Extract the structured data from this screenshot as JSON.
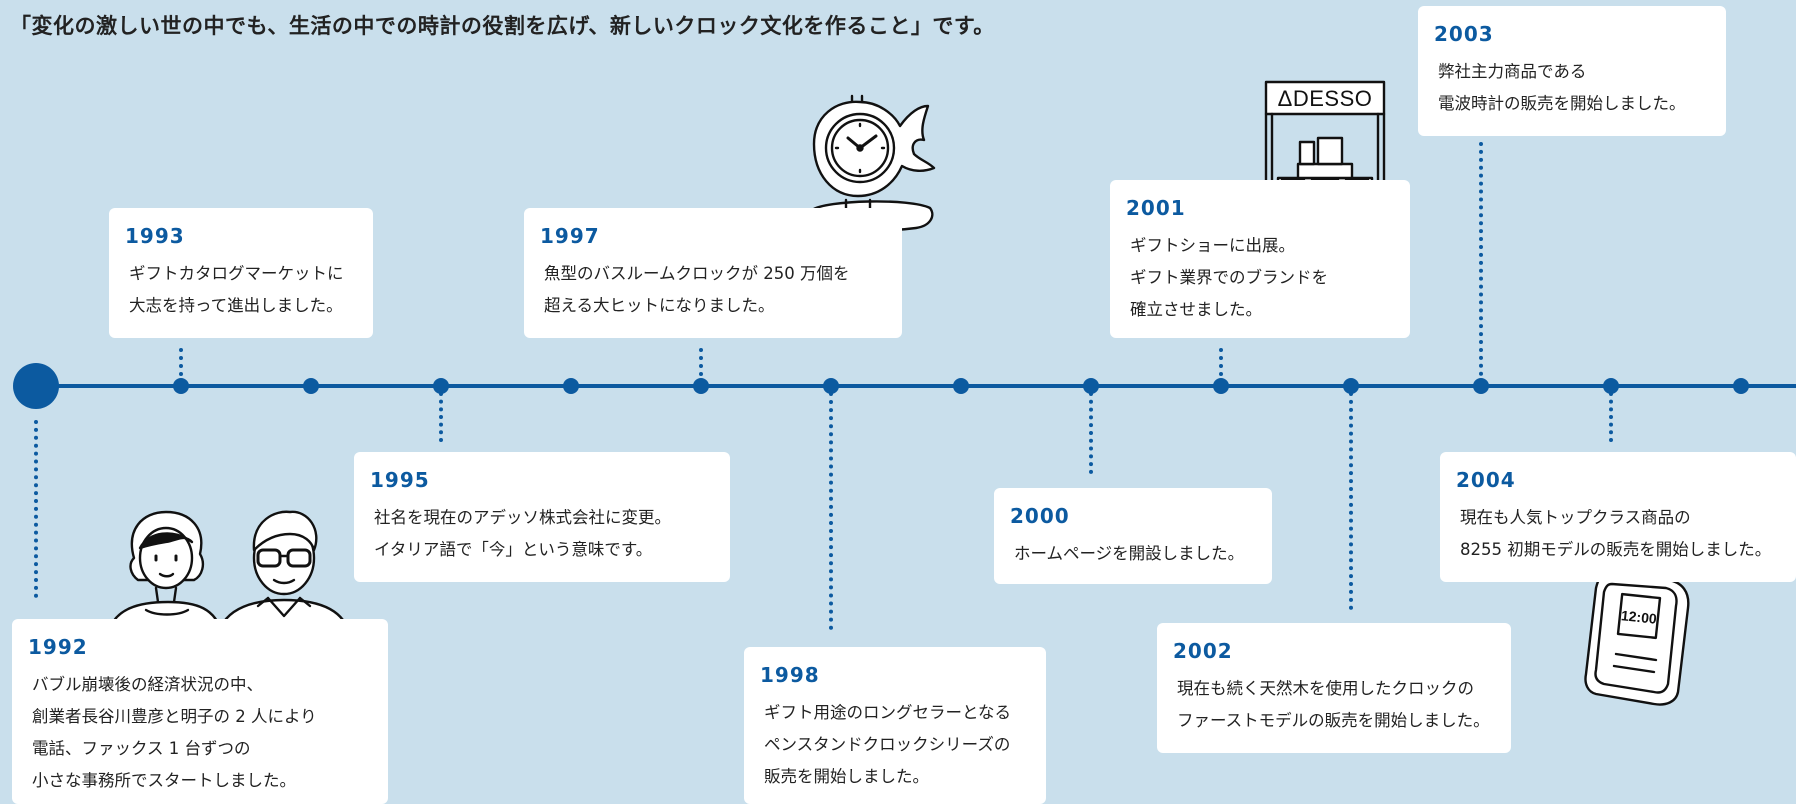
{
  "headline": "「変化の激しい世の中でも、生活の中での時計の役割を広げ、新しいクロック文化を作ること」です。",
  "colors": {
    "accent": "#0c5aa0",
    "background": "#c9dfec",
    "card": "#ffffff"
  },
  "events": [
    {
      "id": "1992",
      "year": "1992",
      "lines": [
        "バブル崩壊後の経済状況の中、",
        "創業者長谷川豊彦と明子の 2 人により",
        "電話、ファックス 1 台ずつの",
        "小さな事務所でスタートしました。"
      ]
    },
    {
      "id": "1993",
      "year": "1993",
      "lines": [
        "ギフトカタログマーケットに",
        "大志を持って進出しました。"
      ]
    },
    {
      "id": "1995",
      "year": "1995",
      "lines": [
        "社名を現在のアデッソ株式会社に変更。",
        "イタリア語で「今」という意味です。"
      ]
    },
    {
      "id": "1997",
      "year": "1997",
      "lines": [
        "魚型のバスルームクロックが 250 万個を",
        "超える大ヒットになりました。"
      ]
    },
    {
      "id": "1998",
      "year": "1998",
      "lines": [
        "ギフト用途のロングセラーとなる",
        "ペンスタンドクロックシリーズの",
        "販売を開始しました。"
      ]
    },
    {
      "id": "2000",
      "year": "2000",
      "lines": [
        "ホームページを開設しました。"
      ]
    },
    {
      "id": "2001",
      "year": "2001",
      "lines": [
        "ギフトショーに出展。",
        "ギフト業界でのブランドを",
        "確立させました。"
      ]
    },
    {
      "id": "2002",
      "year": "2002",
      "lines": [
        "現在も続く天然木を使用したクロックの",
        "ファーストモデルの販売を開始しました。"
      ]
    },
    {
      "id": "2003",
      "year": "2003",
      "lines": [
        "弊社主力商品である",
        "電波時計の販売を開始しました。"
      ]
    },
    {
      "id": "2004",
      "year": "2004",
      "lines": [
        "現在も人気トップクラス商品の",
        "8255 初期モデルの販売を開始しました。"
      ]
    }
  ],
  "illustrations": {
    "founders": {
      "icon": "founders-couple-icon"
    },
    "fish_clock": {
      "icon": "fish-clock-icon"
    },
    "booth": {
      "icon": "gift-show-booth-icon",
      "sign": "ΔDESSO"
    },
    "digital_clock": {
      "icon": "digital-clock-icon",
      "display": "12:00"
    }
  }
}
